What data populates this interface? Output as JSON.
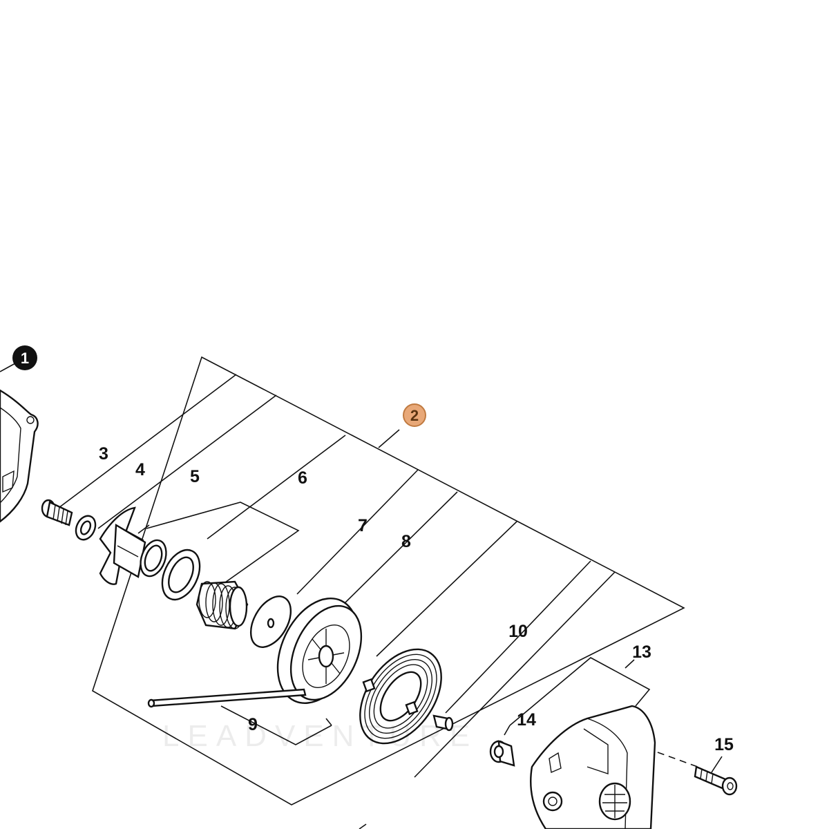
{
  "diagram": {
    "callouts": {
      "c3": "3",
      "c4": "4",
      "c5": "5",
      "c6": "6",
      "c7": "7",
      "c8": "8",
      "c9": "9",
      "c10": "10",
      "c13": "13",
      "c14": "14",
      "c15": "15"
    },
    "ref_markers": {
      "r1": "1",
      "r2": "2"
    },
    "watermark": "LEADVENTURE",
    "colors": {
      "line": "#111111",
      "marker_dark": "#111111",
      "marker_highlight_fill": "#e8a878",
      "marker_highlight_stroke": "#c07a40",
      "marker_highlight_text": "#5a3310"
    }
  }
}
